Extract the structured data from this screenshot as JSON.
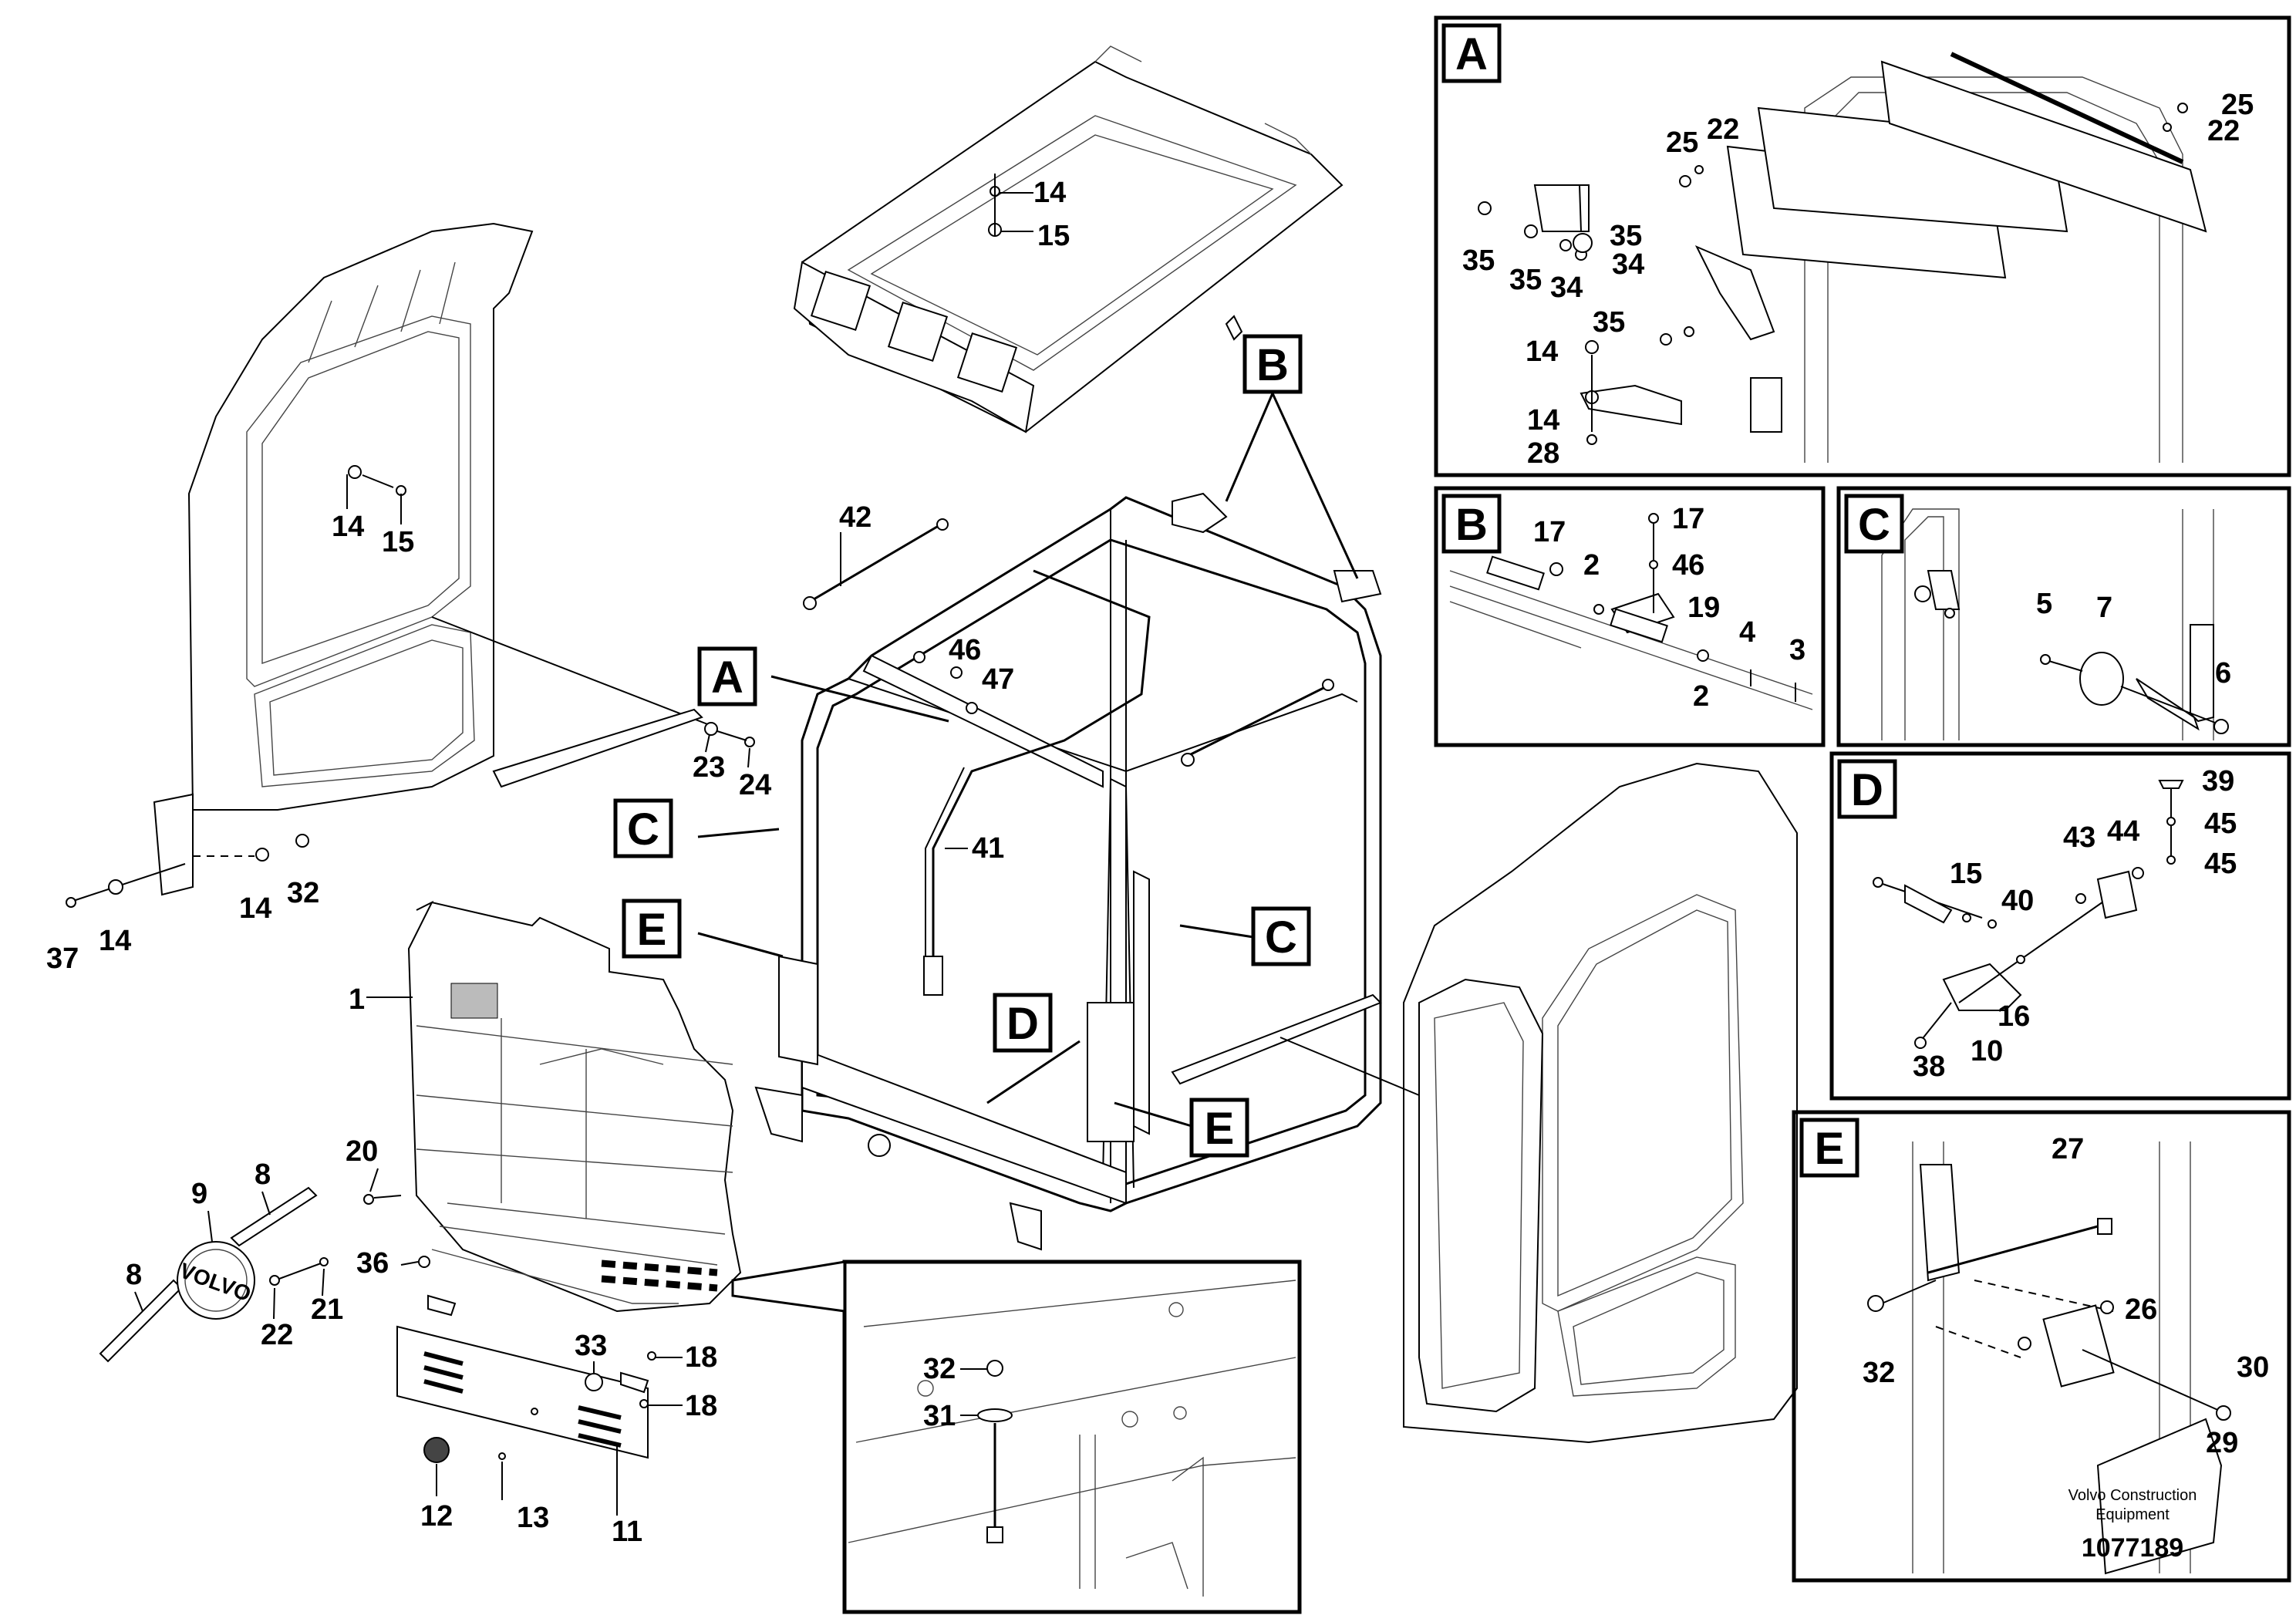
{
  "part_numbers": {
    "roof_14": "14",
    "roof_15": "15",
    "left_14": "14",
    "left_15": "15",
    "left_23": "23",
    "left_24": "24",
    "left_37": "37",
    "left_14b": "14",
    "left_14c": "14",
    "left_32": "32",
    "frame_42": "42",
    "frame_46": "46",
    "frame_47": "47",
    "frame_41": "41",
    "panel_1": "1",
    "panel_20": "20",
    "panel_36": "36",
    "emb_9": "9",
    "emb_8a": "8",
    "emb_8b": "8",
    "emb_22": "22",
    "emb_21": "21",
    "plate_33": "33",
    "plate_18a": "18",
    "plate_18b": "18",
    "plate_12": "12",
    "plate_13": "13",
    "plate_11": "11",
    "det_32": "32",
    "det_31": "31",
    "A_25a": "25",
    "A_22a": "22",
    "A_25b": "25",
    "A_22b": "22",
    "A_35a": "35",
    "A_35b": "35",
    "A_34a": "34",
    "A_34b": "34",
    "A_35c": "35",
    "A_35d": "35",
    "A_14a": "14",
    "A_14b": "14",
    "A_28": "28",
    "B_17a": "17",
    "B_17b": "17",
    "B_46": "46",
    "B_2a": "2",
    "B_19": "19",
    "B_4": "4",
    "B_3": "3",
    "B_2b": "2",
    "C_5": "5",
    "C_7": "7",
    "C_6": "6",
    "D_39": "39",
    "D_45a": "45",
    "D_45b": "45",
    "D_15": "15",
    "D_43": "43",
    "D_44": "44",
    "D_40": "40",
    "D_16": "16",
    "D_38": "38",
    "D_10": "10",
    "E_27": "27",
    "E_26": "26",
    "E_32": "32",
    "E_30": "30",
    "E_29": "29"
  },
  "detail_tags": {
    "panel_A": "A",
    "panel_B": "B",
    "panel_C": "C",
    "panel_D": "D",
    "panel_E": "E",
    "call_A": "A",
    "call_B": "B",
    "call_C1": "C",
    "call_C2": "C",
    "call_D": "D",
    "call_E1": "E",
    "call_E2": "E"
  },
  "emblem_text": "VOLVO",
  "footer": {
    "brand_line1": "Volvo Construction",
    "brand_line2": "Equipment",
    "doc_number": "1077189"
  }
}
